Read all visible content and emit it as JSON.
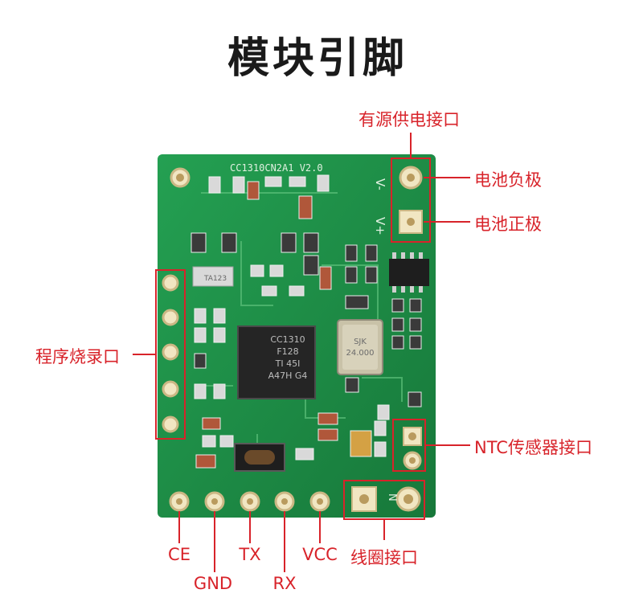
{
  "title": "模块引脚",
  "labels": {
    "power_supply_port": "有源供电接口",
    "battery_negative": "电池负极",
    "battery_positive": "电池正极",
    "programming_port": "程序烧录口",
    "ntc_sensor_port": "NTC传感器接口",
    "coil_port": "线圈接口"
  },
  "pins": [
    "CE",
    "GND",
    "TX",
    "RX",
    "VCC"
  ],
  "board_markings": {
    "board_id": "CC1310CN2A1 V2.0",
    "v_minus": "V-",
    "v_plus": "V+",
    "chip_line1": "CC1310",
    "chip_line2": "F128",
    "chip_line3": "TI 45I",
    "chip_line4": "A47H G4",
    "crystal_line1": "SJK",
    "crystal_line2": "24.000",
    "small_ic": "TA123",
    "coil_mark": "N"
  },
  "colors": {
    "annotation": "#d8232a",
    "pcb": "#1e8a45",
    "pad": "#e8d9a6"
  }
}
